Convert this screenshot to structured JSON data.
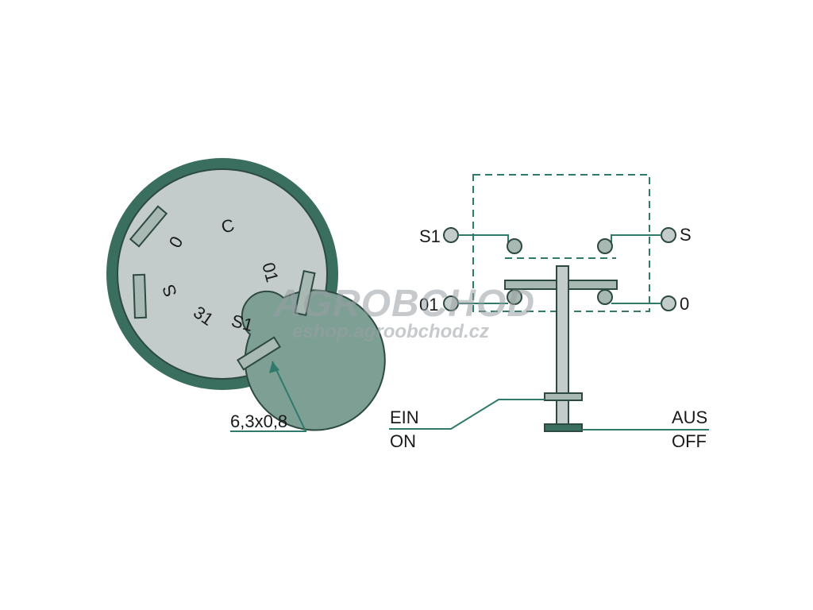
{
  "colors": {
    "dark_green": "#3a6e5e",
    "plate": "#c3ccca",
    "inner": "#7d9f94",
    "line": "#2f7a6a",
    "dash": "#2f7a6a",
    "terminal": "#a8b8b2",
    "terminal_edge": "#2d4a40"
  },
  "switch_face": {
    "positions": {
      "c": "C",
      "zero": "0",
      "s": "S",
      "t31": "31",
      "s1": "S1",
      "o1": "01"
    },
    "dimension": "6,3x0,8"
  },
  "schematic": {
    "terminals": {
      "s1": "S1",
      "s": "S",
      "o1": "01",
      "zero": "0"
    },
    "positions": {
      "ein": "EIN",
      "on": "ON",
      "aus": "AUS",
      "off": "OFF"
    }
  },
  "watermark": {
    "brand": "AGROBCHOD",
    "url": "eshop.agroobchod.cz"
  }
}
